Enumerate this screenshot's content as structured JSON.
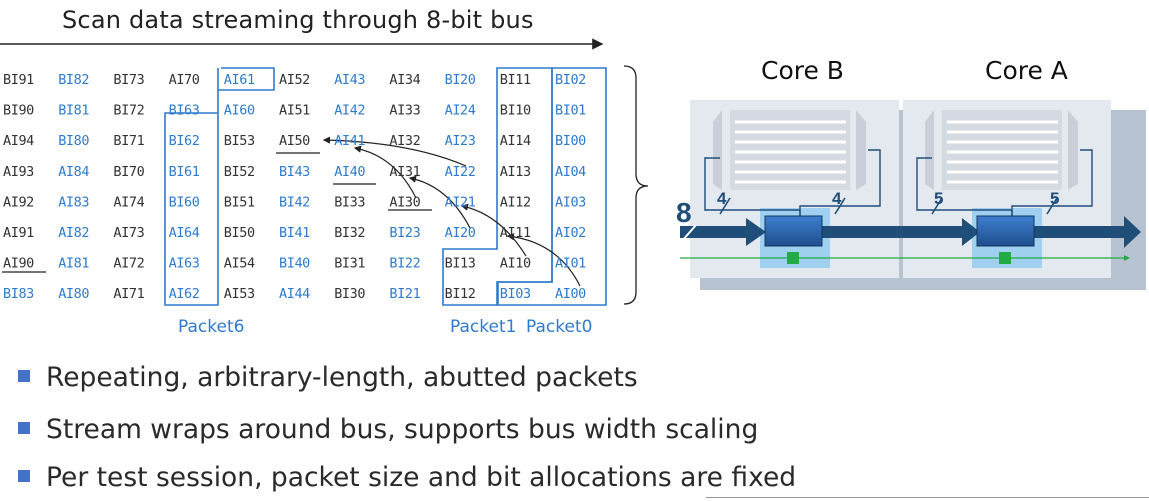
{
  "title": "Scan data streaming through 8-bit bus",
  "colors": {
    "blue_text": "#2e7bcf",
    "black_text": "#333333",
    "bus_arrow": "#1f4e79",
    "bullet": "#4472c4",
    "green_line": "#22aa44"
  },
  "grid": {
    "rows": [
      [
        "BI91",
        "BI82",
        "BI73",
        "AI70",
        "AI61",
        "AI52",
        "AI43",
        "AI34",
        "BI20",
        "BI11",
        "BI02"
      ],
      [
        "BI90",
        "BI81",
        "BI72",
        "BI63",
        "AI60",
        "AI51",
        "AI42",
        "AI33",
        "AI24",
        "BI10",
        "BI01"
      ],
      [
        "AI94",
        "BI80",
        "BI71",
        "BI62",
        "BI53",
        "AI50",
        "AI41",
        "AI32",
        "AI23",
        "AI14",
        "BI00"
      ],
      [
        "AI93",
        "AI84",
        "BI70",
        "BI61",
        "BI52",
        "BI43",
        "AI40",
        "AI31",
        "AI22",
        "AI13",
        "AI04"
      ],
      [
        "AI92",
        "AI83",
        "AI74",
        "BI60",
        "BI51",
        "BI42",
        "BI33",
        "AI30",
        "AI21",
        "AI12",
        "AI03"
      ],
      [
        "AI91",
        "AI82",
        "AI73",
        "AI64",
        "BI50",
        "BI41",
        "BI32",
        "BI23",
        "AI20",
        "AI11",
        "AI02"
      ],
      [
        "AI90",
        "AI81",
        "AI72",
        "AI63",
        "AI54",
        "BI40",
        "BI31",
        "BI22",
        "BI13",
        "AI10",
        "AI01"
      ],
      [
        "BI83",
        "AI80",
        "AI71",
        "AI62",
        "AI53",
        "AI44",
        "BI30",
        "BI21",
        "BI12",
        "BI03",
        "AI00"
      ]
    ],
    "blue": [
      [
        0,
        1,
        0,
        0,
        1,
        0,
        1,
        0,
        1,
        0,
        1
      ],
      [
        0,
        1,
        0,
        1,
        1,
        0,
        1,
        0,
        1,
        0,
        1
      ],
      [
        0,
        1,
        0,
        1,
        0,
        0,
        1,
        0,
        1,
        0,
        1
      ],
      [
        0,
        1,
        0,
        1,
        0,
        1,
        1,
        0,
        1,
        0,
        1
      ],
      [
        0,
        1,
        0,
        1,
        0,
        1,
        0,
        0,
        1,
        0,
        1
      ],
      [
        0,
        1,
        0,
        1,
        0,
        1,
        0,
        1,
        1,
        0,
        1
      ],
      [
        0,
        1,
        0,
        1,
        0,
        1,
        0,
        1,
        0,
        0,
        1
      ],
      [
        1,
        1,
        0,
        1,
        0,
        1,
        0,
        1,
        0,
        1,
        1
      ]
    ]
  },
  "packets": {
    "p6": "Packet6",
    "p1": "Packet1",
    "p0": "Packet0"
  },
  "cores": {
    "b": "Core B",
    "a": "Core A"
  },
  "bus": {
    "width": "8",
    "core_b_in": "4",
    "core_b_out": "4",
    "core_a_in": "5",
    "core_a_out": "5"
  },
  "bullets": [
    "Repeating, arbitrary-length, abutted packets",
    "Stream wraps around bus, supports bus width scaling",
    "Per test session, packet size and bit allocations are fixed"
  ]
}
